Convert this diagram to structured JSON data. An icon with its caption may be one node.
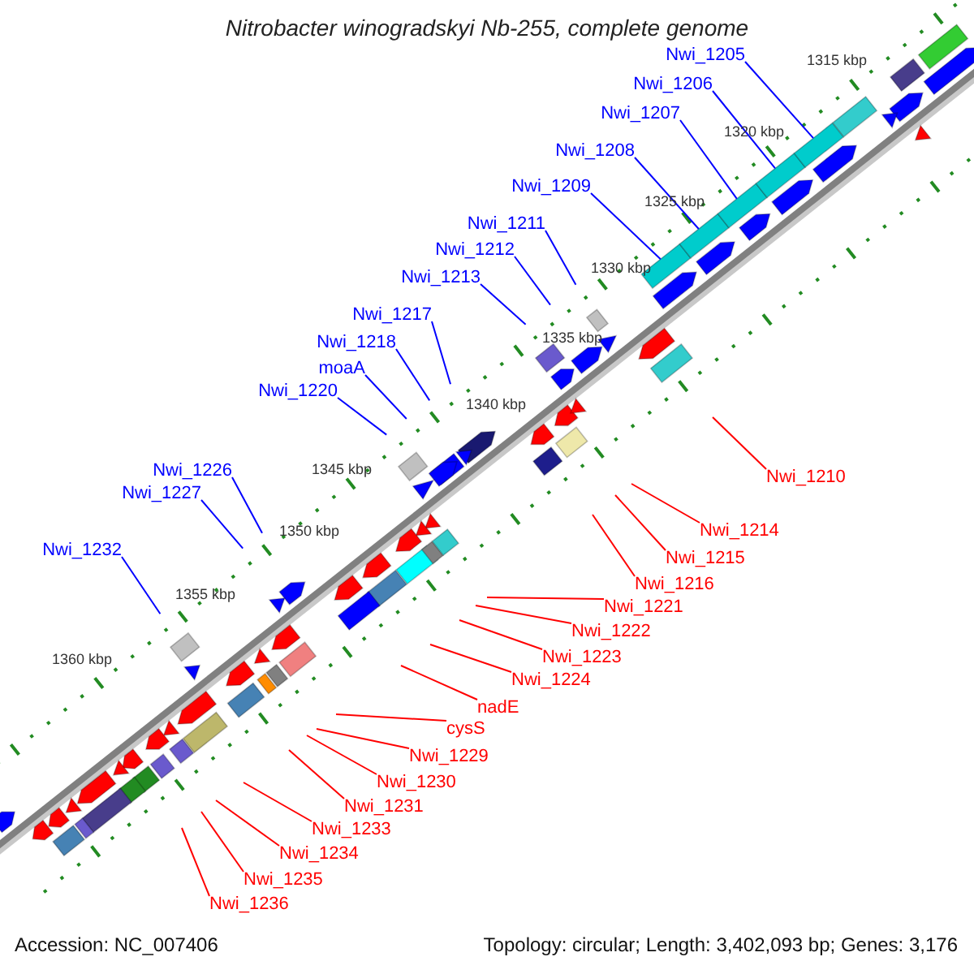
{
  "diagram": {
    "title": "Nitrobacter winogradskyi Nb-255, complete genome",
    "nodes": [
      {
        "text": [
          "Nwi_1205"
        ]
      },
      {
        "text": [
          "Nwi_1206"
        ]
      },
      {
        "text": [
          "Nwi_1207"
        ]
      },
      {
        "text": [
          "Nwi_1208"
        ]
      },
      {
        "text": [
          "Nwi_1209"
        ]
      },
      {
        "text": [
          "Nwi_1211"
        ]
      },
      {
        "text": [
          "Nwi_1212"
        ]
      },
      {
        "text": [
          "Nwi_1213"
        ]
      },
      {
        "text": [
          "Nwi_1217"
        ]
      },
      {
        "text": [
          "Nwi_1218"
        ]
      },
      {
        "text": [
          "moaA"
        ]
      },
      {
        "text": [
          "Nwi_1220"
        ]
      },
      {
        "text": [
          "Nwi_1226"
        ]
      },
      {
        "text": [
          "Nwi_1227"
        ]
      },
      {
        "text": [
          "Nwi_1232"
        ]
      },
      {
        "text": [
          "Nwi_1210"
        ]
      },
      {
        "text": [
          "Nwi_1214"
        ]
      },
      {
        "text": [
          "Nwi_1215"
        ]
      },
      {
        "text": [
          "Nwi_1216"
        ]
      },
      {
        "text": [
          "Nwi_1221"
        ]
      },
      {
        "text": [
          "Nwi_1222"
        ]
      },
      {
        "text": [
          "Nwi_1223"
        ]
      },
      {
        "text": [
          "Nwi_1224"
        ]
      },
      {
        "text": [
          "nadE"
        ]
      },
      {
        "text": [
          "cysS"
        ]
      },
      {
        "text": [
          "Nwi_1229"
        ]
      },
      {
        "text": [
          "Nwi_1230"
        ]
      },
      {
        "text": [
          "Nwi_1231"
        ]
      },
      {
        "text": [
          "Nwi_1233"
        ]
      },
      {
        "text": [
          "Nwi_1234"
        ]
      },
      {
        "text": [
          "Nwi_1235"
        ]
      },
      {
        "text": [
          "Nwi_1236"
        ]
      },
      {
        "text": [],
        "shape": "box"
      },
      {
        "text": [],
        "shape": "box"
      },
      {
        "text": [],
        "shape": "box"
      },
      {
        "text": [],
        "shape": "box"
      },
      {
        "text": [],
        "shape": "box"
      }
    ],
    "edges": [
      {
        "from": 0,
        "to": 36,
        "arrow": "none",
        "color": "#0000ff"
      },
      {
        "from": 1,
        "to": 35,
        "arrow": "none",
        "color": "#0000ff"
      },
      {
        "from": 2,
        "to": 34,
        "arrow": "none",
        "color": "#0000ff"
      },
      {
        "from": 3,
        "to": 33,
        "arrow": "none",
        "color": "#0000ff"
      },
      {
        "from": 4,
        "to": 32,
        "arrow": "none",
        "color": "#0000ff"
      },
      {
        "from": 5,
        "to": null,
        "arrow": "none",
        "color": "#0000ff"
      },
      {
        "from": 6,
        "to": null,
        "arrow": "none",
        "color": "#0000ff"
      },
      {
        "from": 7,
        "to": null,
        "arrow": "none",
        "color": "#0000ff"
      },
      {
        "from": 8,
        "to": null,
        "arrow": "none",
        "color": "#0000ff"
      },
      {
        "from": 9,
        "to": null,
        "arrow": "none",
        "color": "#0000ff"
      },
      {
        "from": 10,
        "to": null,
        "arrow": "none",
        "color": "#0000ff"
      },
      {
        "from": 11,
        "to": null,
        "arrow": "none",
        "color": "#0000ff"
      },
      {
        "from": 12,
        "to": null,
        "arrow": "none",
        "color": "#0000ff"
      },
      {
        "from": 13,
        "to": null,
        "arrow": "none",
        "color": "#0000ff"
      },
      {
        "from": 14,
        "to": null,
        "arrow": "none",
        "color": "#0000ff"
      },
      {
        "from": 15,
        "to": null,
        "arrow": "none"
      },
      {
        "from": 16,
        "to": null,
        "arrow": "none"
      },
      {
        "from": 17,
        "to": null,
        "arrow": "none"
      },
      {
        "from": 18,
        "to": null,
        "arrow": "none"
      },
      {
        "from": 19,
        "to": null,
        "arrow": "none"
      },
      {
        "from": 20,
        "to": null,
        "arrow": "none"
      },
      {
        "from": 21,
        "to": null,
        "arrow": "none"
      },
      {
        "from": 22,
        "to": null,
        "arrow": "none"
      },
      {
        "from": 23,
        "to": null,
        "arrow": "none"
      },
      {
        "from": 24,
        "to": null,
        "arrow": "none"
      },
      {
        "from": 25,
        "to": null,
        "arrow": "none"
      },
      {
        "from": 26,
        "to": null,
        "arrow": "none"
      },
      {
        "from": 27,
        "to": null,
        "arrow": "none"
      },
      {
        "from": 28,
        "to": null,
        "arrow": "none"
      },
      {
        "from": 29,
        "to": null,
        "arrow": "none"
      },
      {
        "from": 30,
        "to": null,
        "arrow": "none"
      },
      {
        "from": 31,
        "to": null,
        "arrow": "none"
      }
    ],
    "labels": [
      "1315 kbp",
      "1320 kbp",
      "1325 kbp",
      "1330 kbp",
      "1335 kbp",
      "1340 kbp",
      "1345 kbp",
      "1350 kbp",
      "1355 kbp",
      "1360 kbp",
      "Accession: NC_007406",
      "Topology: circular; Length: 3,402,093 bp; Genes: 3,176"
    ]
  }
}
